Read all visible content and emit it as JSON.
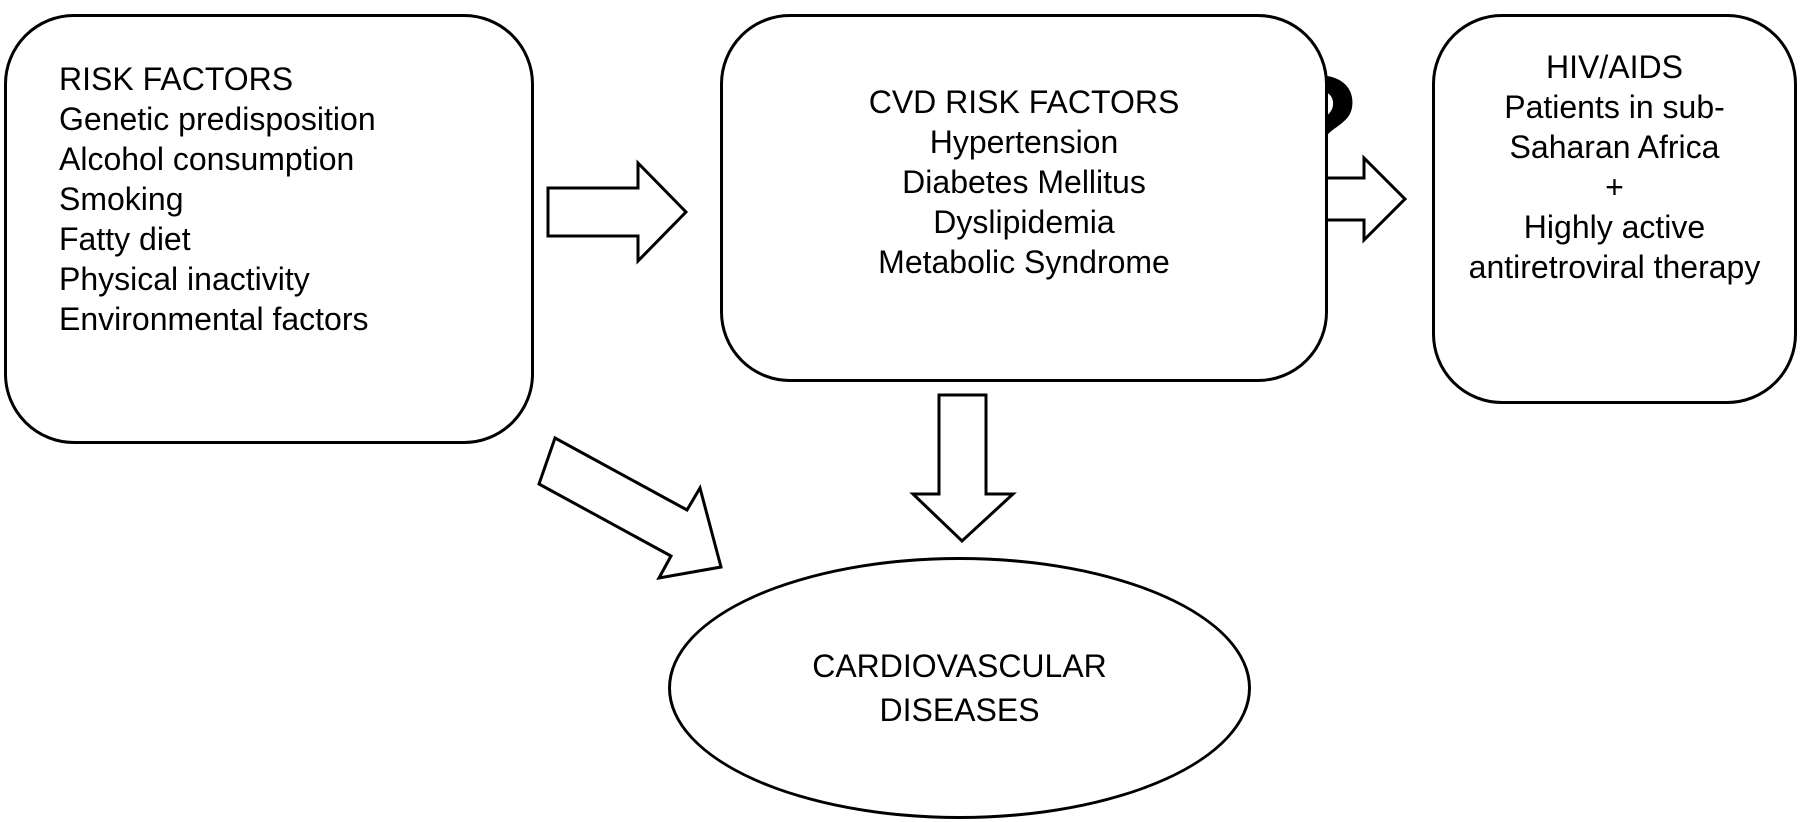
{
  "risk_factors": {
    "heading": "RISK FACTORS",
    "items": [
      "Genetic predisposition",
      "Alcohol consumption",
      "Smoking",
      "Fatty diet",
      "Physical inactivity",
      "Environmental factors"
    ]
  },
  "cvd_risk_factors": {
    "heading": "CVD RISK FACTORS",
    "items": [
      "Hypertension",
      "Diabetes Mellitus",
      "Dyslipidemia",
      "Metabolic Syndrome"
    ]
  },
  "hiv_box": {
    "heading": "HIV/AIDS",
    "line1": "Patients in sub-Saharan Africa",
    "plus": "+",
    "line2": "Highly active antiretroviral therapy"
  },
  "outcome": {
    "line1": "CARDIOVASCULAR",
    "line2": "DISEASES"
  },
  "question_mark": "?",
  "colors": {
    "stroke": "#000000",
    "fill": "#ffffff"
  }
}
